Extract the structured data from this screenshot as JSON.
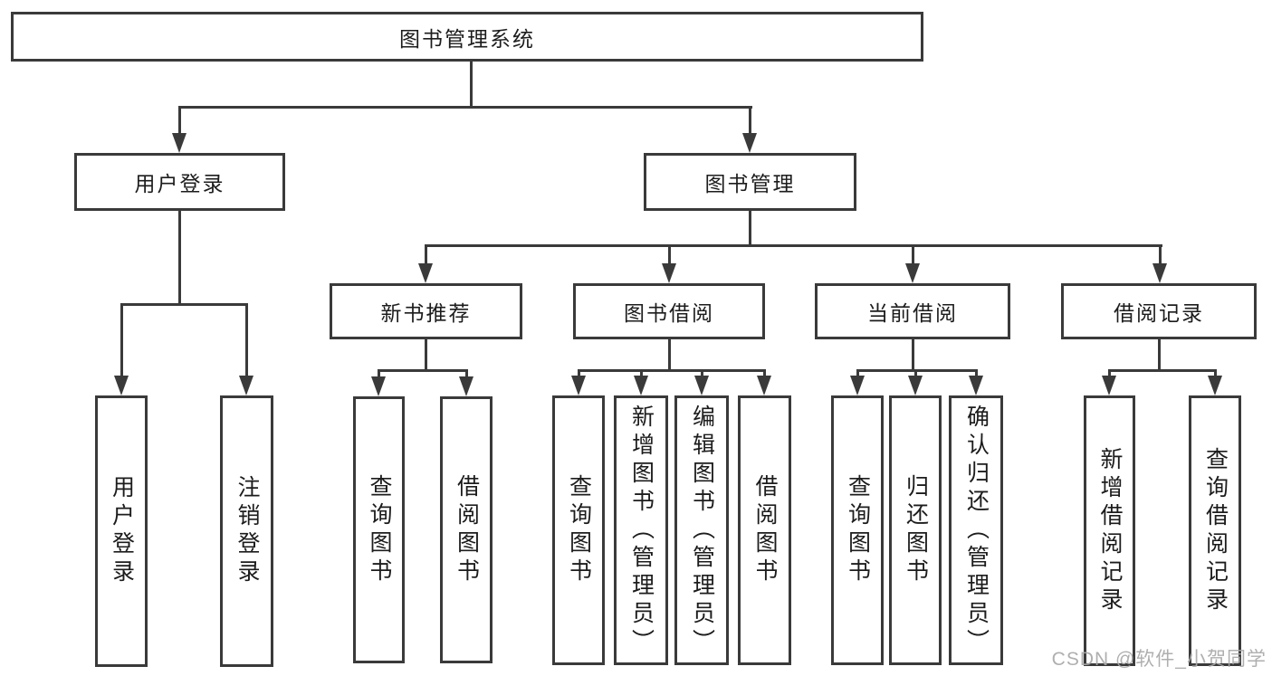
{
  "colors": {
    "line": "#3a3a3a",
    "text": "#1c1c1c",
    "background": "#ffffff",
    "watermark": "#a9a9a9"
  },
  "watermark": {
    "text": "CSDN @软件_小贺同学"
  },
  "tree": {
    "label": "图书管理系统",
    "children": [
      {
        "label": "用户登录",
        "children": [
          {
            "label": "用户登录"
          },
          {
            "label": "注销登录"
          }
        ]
      },
      {
        "label": "图书管理",
        "children": [
          {
            "label": "新书推荐",
            "children": [
              {
                "label": "查询图书"
              },
              {
                "label": "借阅图书"
              }
            ]
          },
          {
            "label": "图书借阅",
            "children": [
              {
                "label": "查询图书"
              },
              {
                "label": "新增图书（管理员）"
              },
              {
                "label": "编辑图书（管理员）"
              },
              {
                "label": "借阅图书"
              }
            ]
          },
          {
            "label": "当前借阅",
            "children": [
              {
                "label": "查询图书"
              },
              {
                "label": "归还图书"
              },
              {
                "label": "确认归还（管理员）"
              }
            ]
          },
          {
            "label": "借阅记录",
            "children": [
              {
                "label": "新增借阅记录"
              },
              {
                "label": "查询借阅记录"
              }
            ]
          }
        ]
      }
    ]
  }
}
